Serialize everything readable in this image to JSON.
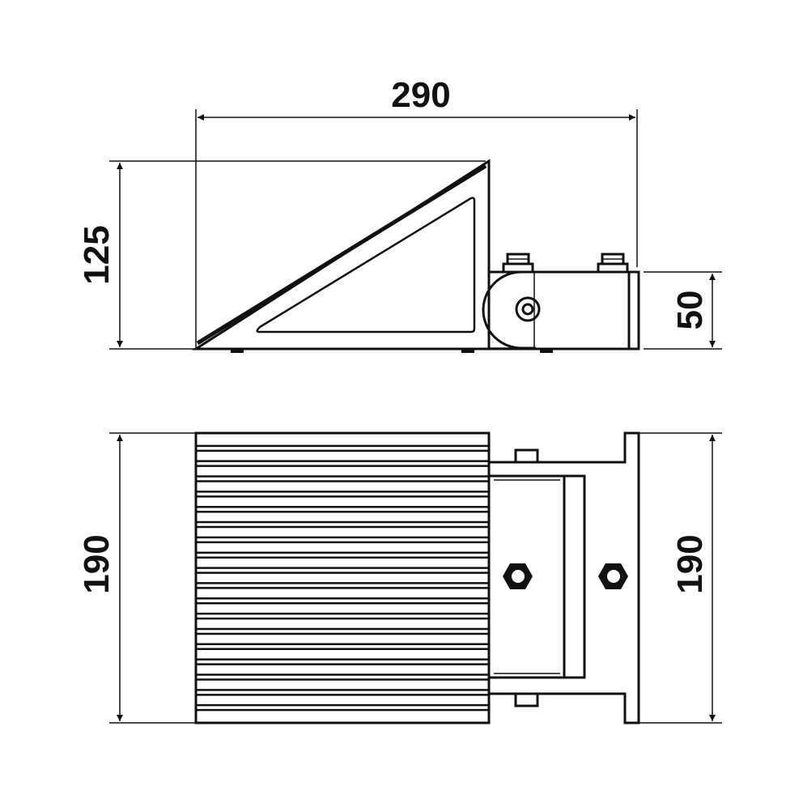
{
  "drawing": {
    "dimensions": {
      "overall_length": "290",
      "side_height": "125",
      "mount_height": "50",
      "front_width_left": "190",
      "front_width_right": "190"
    },
    "colors": {
      "ink": "#111111",
      "background": "#ffffff"
    }
  }
}
